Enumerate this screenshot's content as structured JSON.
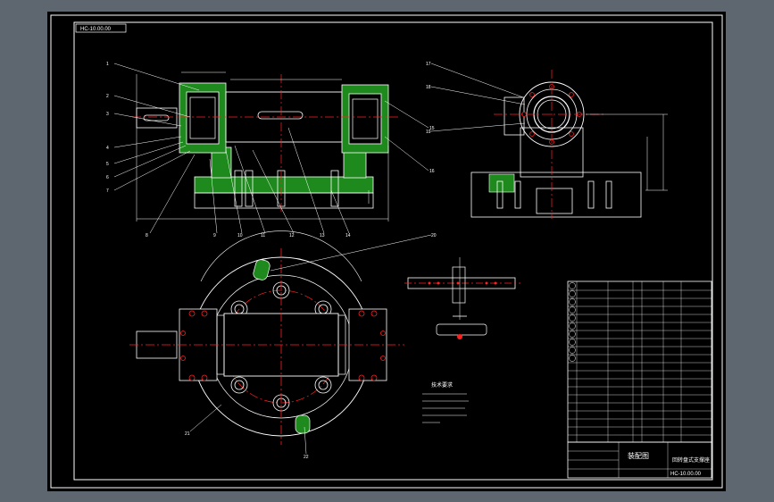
{
  "title_block": {
    "drawing_name": "装配图",
    "project": "回转盘式支撑座",
    "drawing_no": "HC-10.00.00"
  },
  "callouts": {
    "balloon_numbers": [
      "1",
      "2",
      "3",
      "4",
      "5",
      "6",
      "7",
      "8",
      "9",
      "10",
      "11",
      "12",
      "13",
      "14",
      "15",
      "16"
    ]
  },
  "tech_notes": {
    "heading": "技术要求"
  },
  "colors": {
    "line": "#ffffff",
    "center": "#ff2020",
    "hatch": "#1e8a1e",
    "frame_bg": "#000000",
    "viewport_bg": "#5e6670"
  }
}
